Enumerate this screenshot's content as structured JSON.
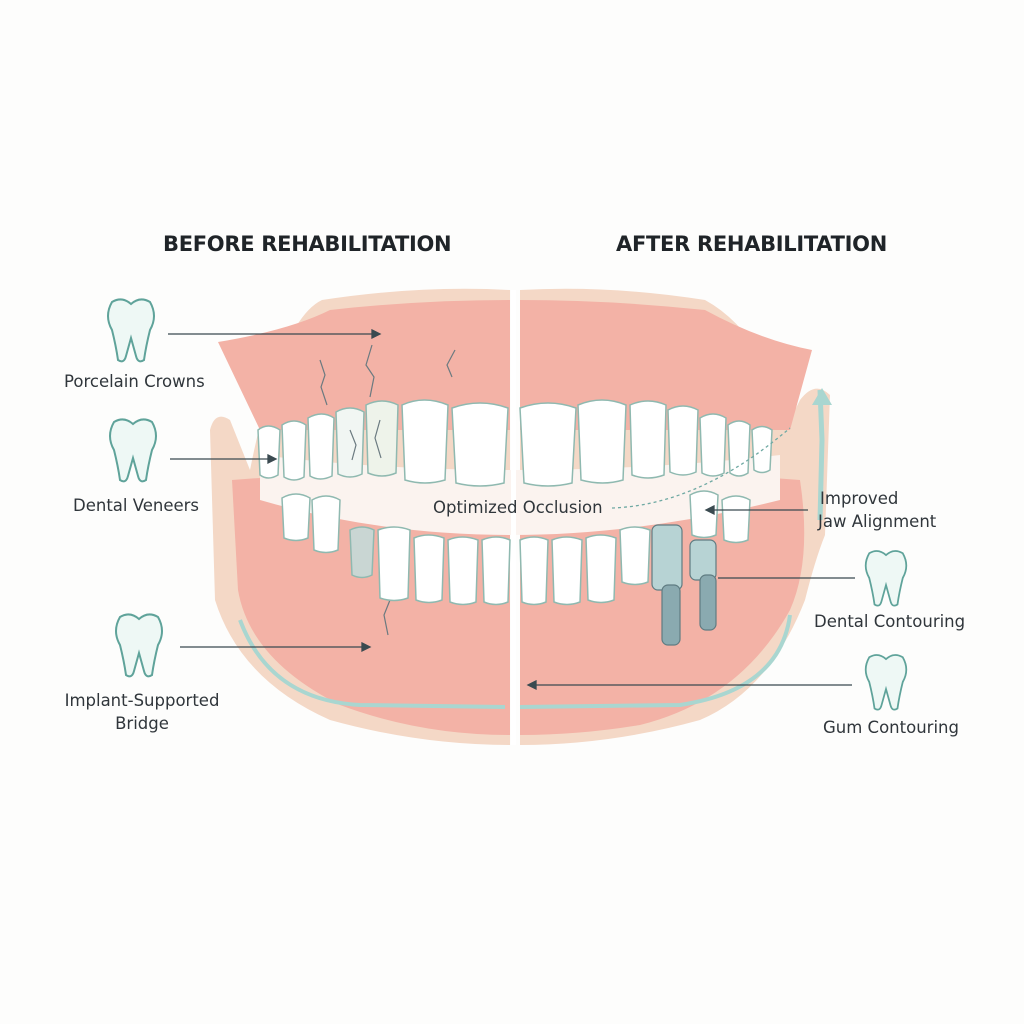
{
  "titles": {
    "before": "BEFORE REHABILITATION",
    "after": "AFTER REHABILITATION"
  },
  "labels": {
    "porcelain_crowns": "Porcelain Crowns",
    "dental_veneers": "Dental Veneers",
    "implant_bridge_line1": "Implant-Supported",
    "implant_bridge_line2": "Bridge",
    "optimized_occlusion": "Optimized Occlusion",
    "jaw_alignment_line1": "Improved",
    "jaw_alignment_line2": "Jaw Alignment",
    "dental_contouring": "Dental Contouring",
    "gum_contouring": "Gum Contouring"
  },
  "colors": {
    "gum": "#f3b2a6",
    "gum_dark": "#e99a8e",
    "lip": "#f2d3c0",
    "tooth": "#ffffff",
    "tooth_outline": "#8fb9b0",
    "accent": "#9fd0cc",
    "implant": "#8aaab0",
    "line": "#3a4a50"
  }
}
